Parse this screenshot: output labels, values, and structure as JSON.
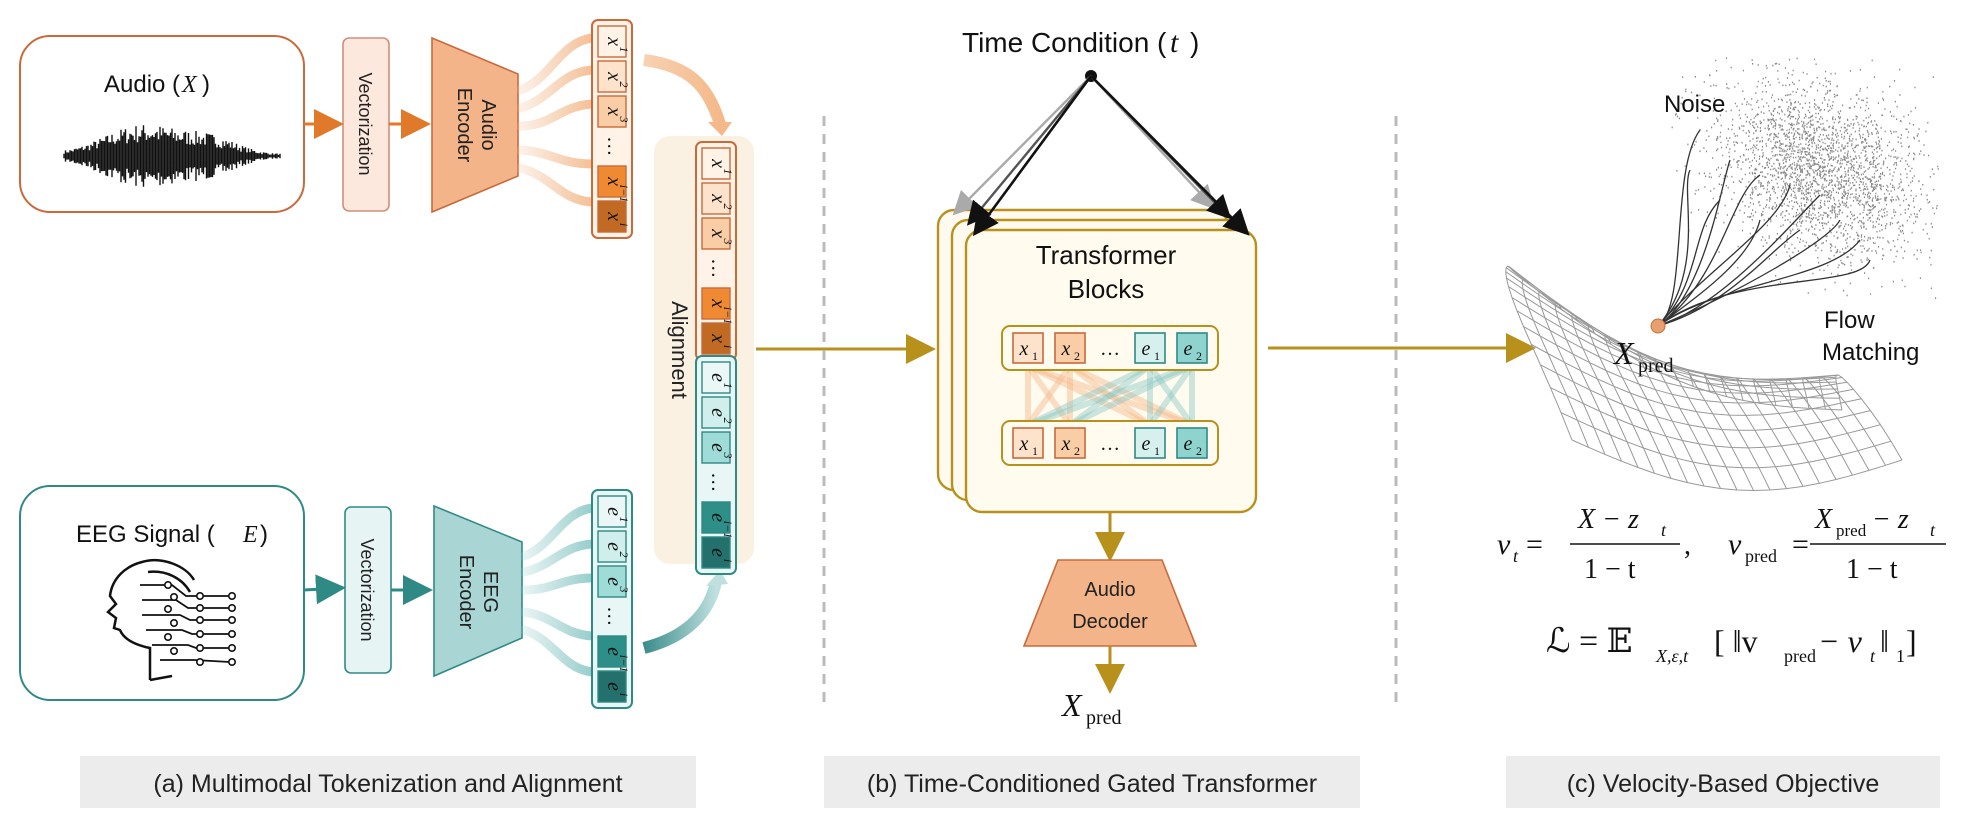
{
  "panel_a": {
    "caption": "(a) Multimodal Tokenization and Alignment",
    "audio_title": "Audio (",
    "audio_symbol": "X",
    "title_close": ")",
    "eeg_title": "EEG Signal (",
    "eeg_symbol": "E",
    "vectorization": "Vectorization",
    "audio_encoder": [
      "Audio",
      "Encoder"
    ],
    "eeg_encoder": [
      "EEG",
      "Encoder"
    ],
    "alignment": "Alignment",
    "audio_tokens": [
      "x",
      "x",
      "x",
      "…",
      "x",
      "x"
    ],
    "audio_token_subs": [
      "1",
      "2",
      "3",
      "",
      "i−1",
      "i"
    ],
    "eeg_tokens": [
      "e",
      "e",
      "e",
      "…",
      "e",
      "e"
    ],
    "eeg_token_subs": [
      "1",
      "2",
      "3",
      "",
      "i−1",
      "i"
    ]
  },
  "panel_b": {
    "caption": "(b) Time-Conditioned Gated Transformer",
    "time_condition": "Time Condition (",
    "time_symbol": "t",
    "time_close": ")",
    "transformer": [
      "Transformer",
      "Blocks"
    ],
    "token_row": [
      "x",
      "x",
      "…",
      "e",
      "e"
    ],
    "token_row_subs": [
      "1",
      "2",
      "",
      "1",
      "2"
    ],
    "decoder": [
      "Audio",
      "Decoder"
    ],
    "output_symbol": "X",
    "output_sub": "pred"
  },
  "panel_c": {
    "caption": "(c) Velocity-Based Objective",
    "noise": "Noise",
    "flow_matching": [
      "Flow",
      "Matching"
    ],
    "point_symbol": "X",
    "point_sub": "pred",
    "eq1_lhs": "v",
    "eq1_lhs_sub": "t",
    "eq1_num": "X − z",
    "eq1_num_sub": "t",
    "eq1_den": "1 − t",
    "eq2_lhs": "v",
    "eq2_lhs_sub": "pred",
    "eq2_num": "X",
    "eq2_num_sub": "pred",
    "eq2_num_rest": " − z",
    "eq2_num_rest_sub": "t",
    "eq2_den": "1 − t",
    "loss": "ℒ = 𝔼",
    "loss_sub": "X,ε,t",
    "loss_body": "[ ‖v",
    "loss_body_sub": "pred",
    "loss_body_rest": " − v",
    "loss_body_rest_sub": "t",
    "loss_end": "‖",
    "loss_end_sub": "1",
    "loss_close": "]"
  },
  "colors": {
    "audio": "#c96a3a",
    "audio_fill": "#f4b48a",
    "eeg": "#2f8a86",
    "eeg_fill": "#a9d6d4",
    "gold": "#b8901c",
    "caption_bg": "#ececec"
  }
}
